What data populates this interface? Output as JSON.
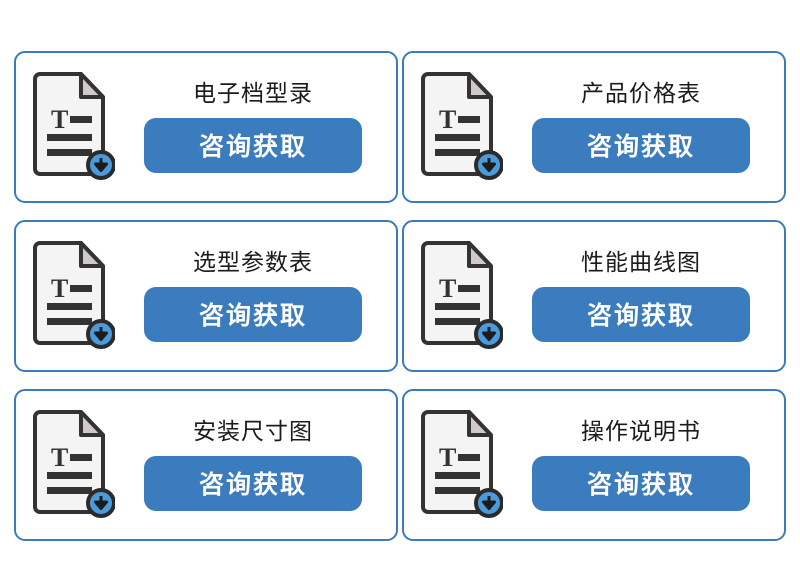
{
  "theme": {
    "page_background": "#ffffff",
    "card_border_color": "#3a7bbd",
    "card_background": "#ffffff",
    "button_color": "#3b7cbe",
    "button_text_color": "#ffffff",
    "title_text_color": "#1b1b1b",
    "icon_outline_color": "#333333",
    "icon_page_color": "#f4f4f4",
    "icon_fold_color": "#cfcac9",
    "icon_badge_fill": "#4a9bdc",
    "icon_badge_outline": "#2b2b2b"
  },
  "layout": {
    "columns": 2,
    "rows": 3,
    "total_cards": 6
  },
  "icons": {
    "document": "document-download-icon",
    "badge": "download-arrow-badge-icon"
  },
  "cards": [
    {
      "id": "card-electronic-catalog",
      "title": "电子档型录",
      "button_label": "咨询获取",
      "icon": "document-download-icon"
    },
    {
      "id": "card-product-price-list",
      "title": "产品价格表",
      "button_label": "咨询获取",
      "icon": "document-download-icon"
    },
    {
      "id": "card-selection-parameters",
      "title": "选型参数表",
      "button_label": "咨询获取",
      "icon": "document-download-icon"
    },
    {
      "id": "card-performance-curve",
      "title": "性能曲线图",
      "button_label": "咨询获取",
      "icon": "document-download-icon"
    },
    {
      "id": "card-installation-dimensions",
      "title": "安装尺寸图",
      "button_label": "咨询获取",
      "icon": "document-download-icon"
    },
    {
      "id": "card-operation-manual",
      "title": "操作说明书",
      "button_label": "咨询获取",
      "icon": "document-download-icon"
    }
  ]
}
